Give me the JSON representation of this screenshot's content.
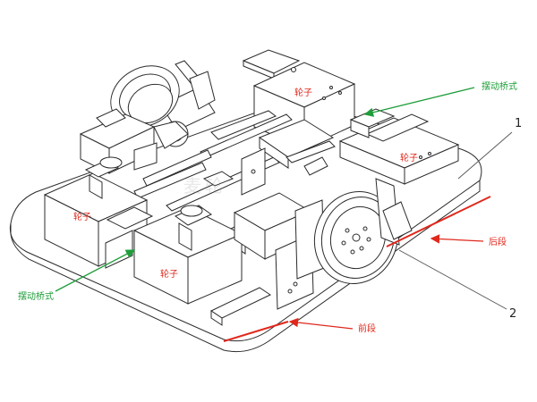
{
  "labels": {
    "wheel": "轮子",
    "swing_bridge": "摆动桥式",
    "rear_section": "后段",
    "front_section": "前段",
    "callout_1": "1",
    "callout_2": "2"
  },
  "watermark": "麦轮",
  "colors": {
    "line": "#2b2b2b",
    "annotation_red": "#e0281c",
    "annotation_green": "#1f9d3a",
    "callout": "#555555"
  }
}
